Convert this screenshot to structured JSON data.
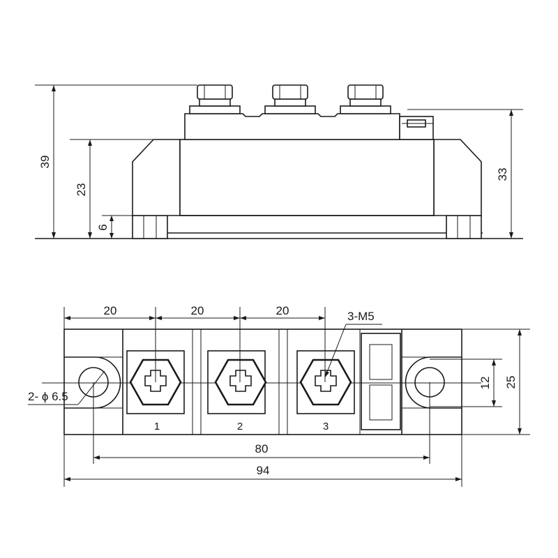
{
  "side_view": {
    "dims": {
      "total_height": "39",
      "body_height": "23",
      "base_height": "6",
      "terminal_height": "33"
    }
  },
  "top_view": {
    "dims": {
      "pitch_1": "20",
      "pitch_2": "20",
      "pitch_3": "20",
      "screw_spec": "3-M5",
      "hole_spec": "2- ϕ 6.5",
      "mount_pitch": "80",
      "overall_length": "94",
      "slot_width": "12",
      "overall_width": "25"
    },
    "terminals": [
      "1",
      "2",
      "3"
    ]
  }
}
